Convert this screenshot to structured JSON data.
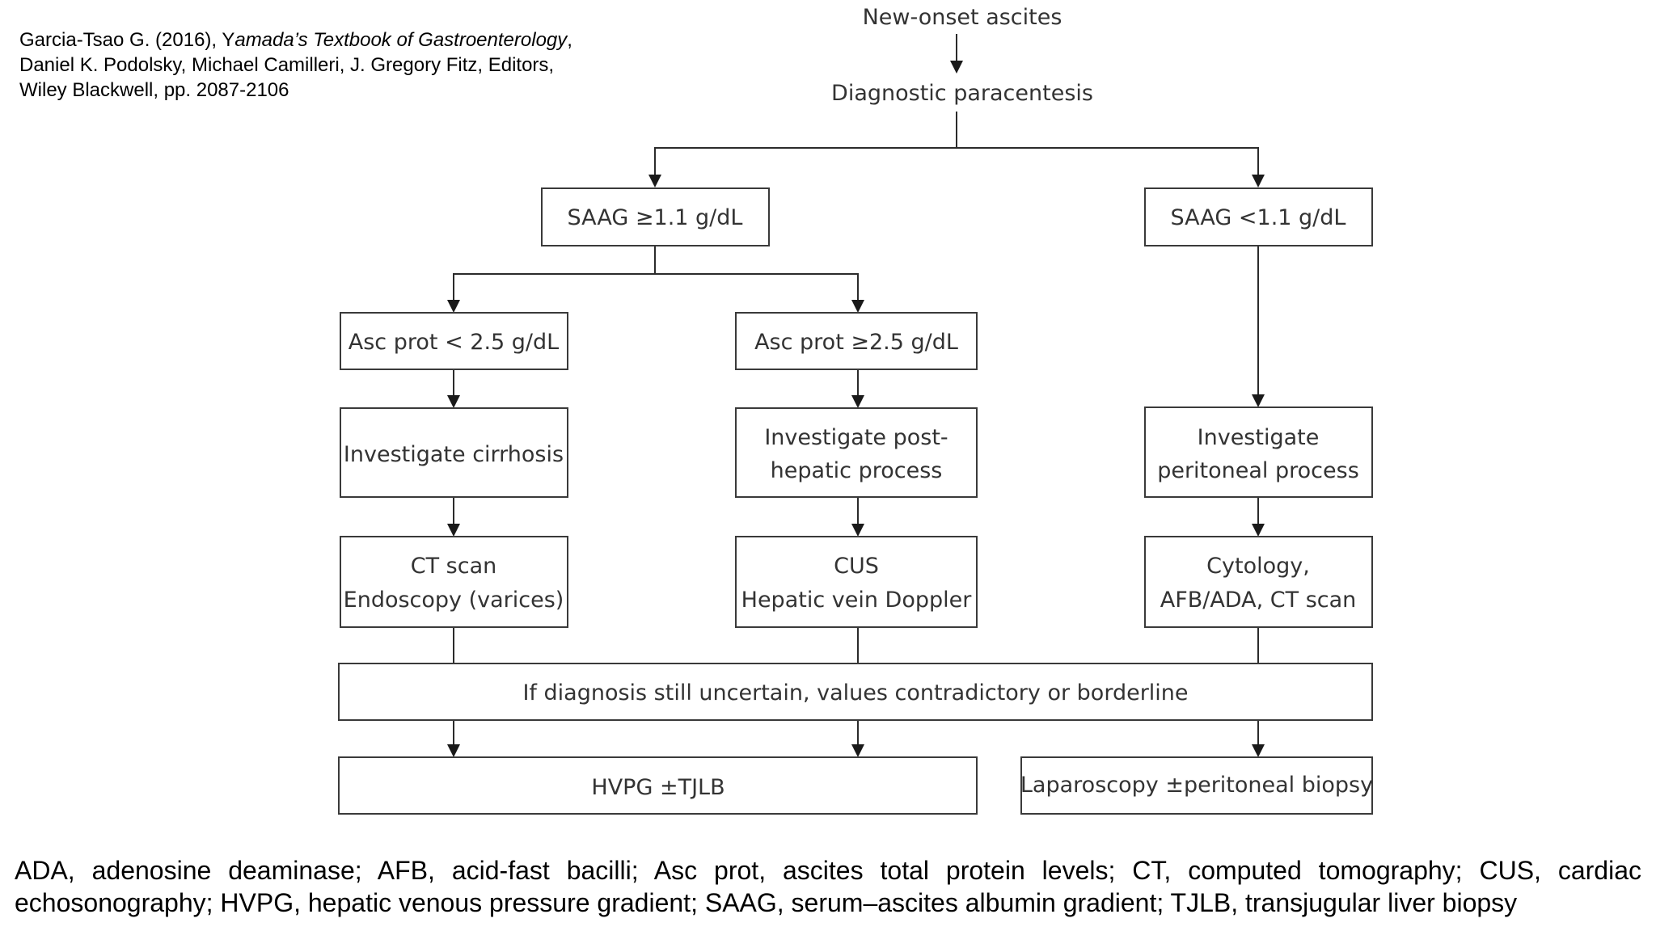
{
  "citation": {
    "lead": "Garcia-Tsao G. (2016), Y",
    "title": "amada’s Textbook of Gastroenterology",
    "trail": ",",
    "line2": "Daniel K. Podolsky, Michael Camilleri,  J. Gregory Fitz, Editors,",
    "line3": "Wiley Blackwell, pp. 2087-2106"
  },
  "flowchart": {
    "start": "New-onset ascites",
    "paracentesis": "Diagnostic paracentesis",
    "saag_high": "SAAG ≥1.1 g/dL",
    "saag_low": "SAAG <1.1 g/dL",
    "prot_low": "Asc prot < 2.5 g/dL",
    "prot_high": "Asc prot ≥2.5 g/dL",
    "cirrhosis": "Investigate cirrhosis",
    "posthepatic_1": "Investigate post-",
    "posthepatic_2": "hepatic process",
    "peritoneal_1": "Investigate",
    "peritoneal_2": "peritoneal process",
    "ct_1": "CT scan",
    "ct_2": "Endoscopy (varices)",
    "cus_1": "CUS",
    "cus_2": "Hepatic vein Doppler",
    "cyto_1": "Cytology,",
    "cyto_2": "AFB/ADA, CT scan",
    "uncertain": "If diagnosis still uncertain, values contradictory or borderline",
    "hvpg": "HVPG ±TJLB",
    "laparoscopy": "Laparoscopy ±peritoneal biopsy"
  },
  "legend": "ADA, adenosine deaminase; AFB, acid-fast bacilli; Asc prot, ascites total protein levels; CT, computed tomography; CUS, cardiac echosonography; HVPG, hepatic venous pressure gradient; SAAG, serum–ascites albumin gradient; TJLB, transjugular liver biopsy",
  "colors": {
    "box_stroke": "#3a3a3a",
    "connector": "#2b2b2b",
    "node_text": "#333333",
    "caption_text": "#000000"
  }
}
